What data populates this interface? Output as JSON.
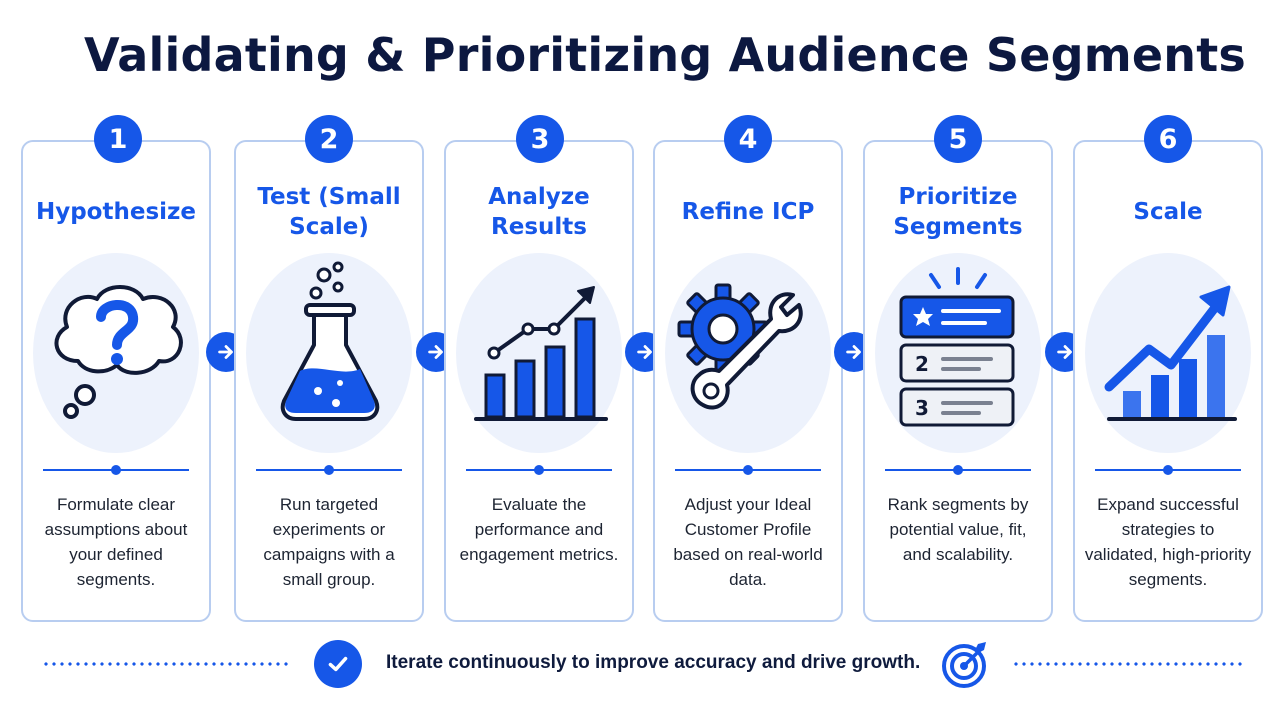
{
  "title": "Validating & Prioritizing Audience Segments",
  "steps": [
    {
      "number": "1",
      "title": "Hypothesize",
      "icon": "thought-bubble-question-icon",
      "description": "Formulate clear assumptions about your defined segments."
    },
    {
      "number": "2",
      "title": "Test (Small Scale)",
      "icon": "flask-icon",
      "description": "Run targeted experiments or campaigns with a small group."
    },
    {
      "number": "3",
      "title": "Analyze Results",
      "icon": "bar-chart-trend-icon",
      "description": "Evaluate the performance and engagement metrics."
    },
    {
      "number": "4",
      "title": "Refine ICP",
      "icon": "gear-wrench-icon",
      "description": "Adjust your Ideal Customer Profile based on real-world data."
    },
    {
      "number": "5",
      "title": "Prioritize Segments",
      "icon": "ranked-list-icon",
      "description": "Rank segments by potential value, fit, and scalability.",
      "rank_labels": [
        "2",
        "3"
      ]
    },
    {
      "number": "6",
      "title": "Scale",
      "icon": "growth-chart-icon",
      "description": "Expand successful strategies to validated, high-priority segments."
    }
  ],
  "footer": {
    "text": "Iterate continuously to improve accuracy and drive growth.",
    "left_icon": "check-circle-icon",
    "right_icon": "target-icon"
  },
  "colors": {
    "accent": "#1657e8",
    "title": "#0c1840",
    "card_border": "#b8cdf0",
    "icon_bg": "#edf2fc"
  }
}
